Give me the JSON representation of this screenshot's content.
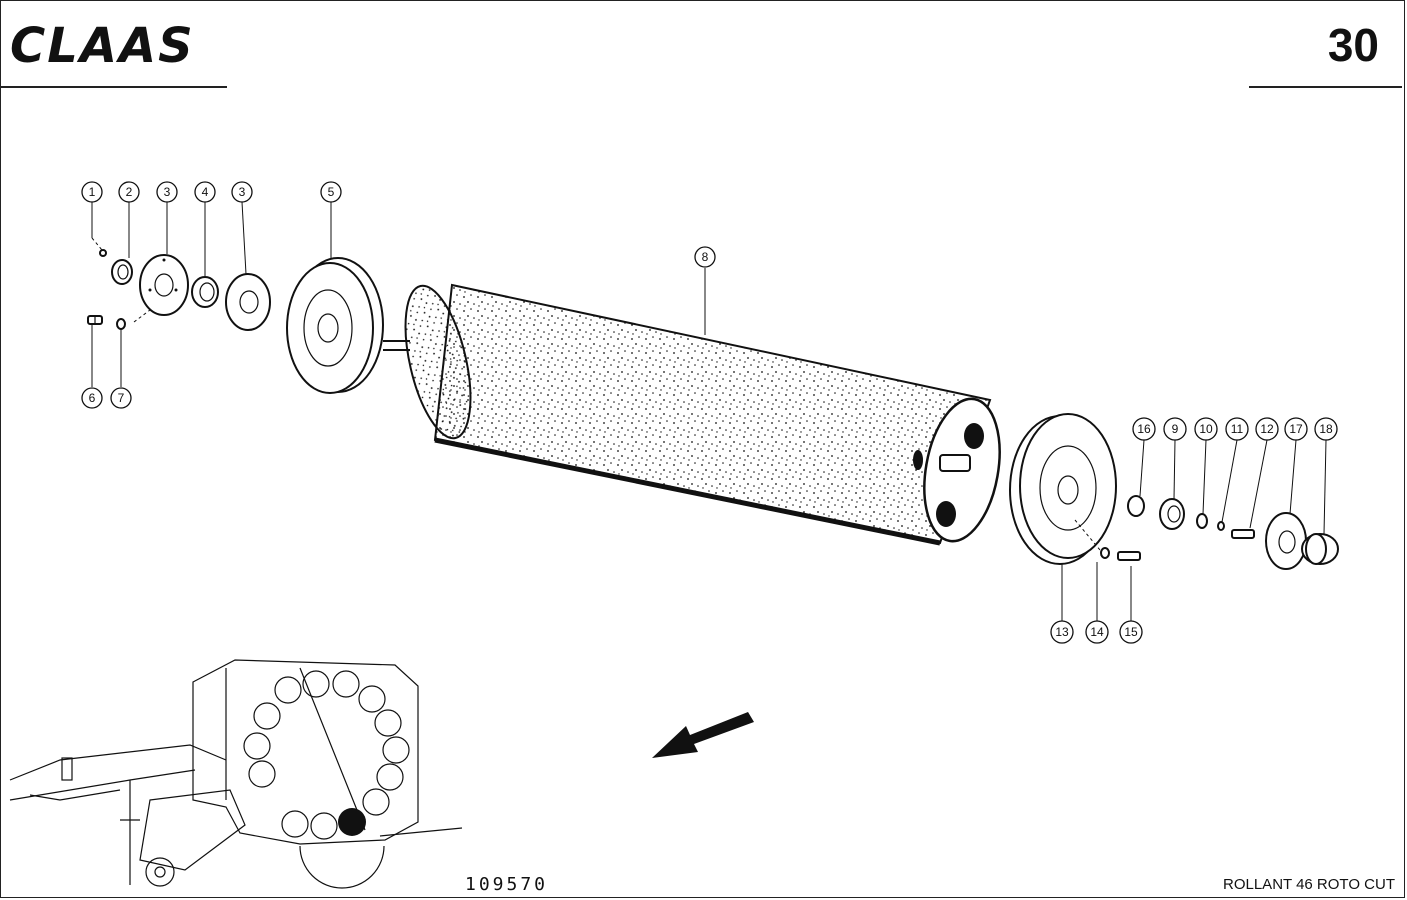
{
  "header": {
    "brand": "CLAAS",
    "page_number": "30"
  },
  "footer": {
    "drawing_number": "109570",
    "model_name": "ROLLANT 46 ROTO CUT"
  },
  "callouts": [
    "1",
    "2",
    "3",
    "4",
    "3",
    "5",
    "6",
    "7",
    "8",
    "13",
    "14",
    "15",
    "16",
    "9",
    "10",
    "11",
    "12",
    "17",
    "18"
  ]
}
